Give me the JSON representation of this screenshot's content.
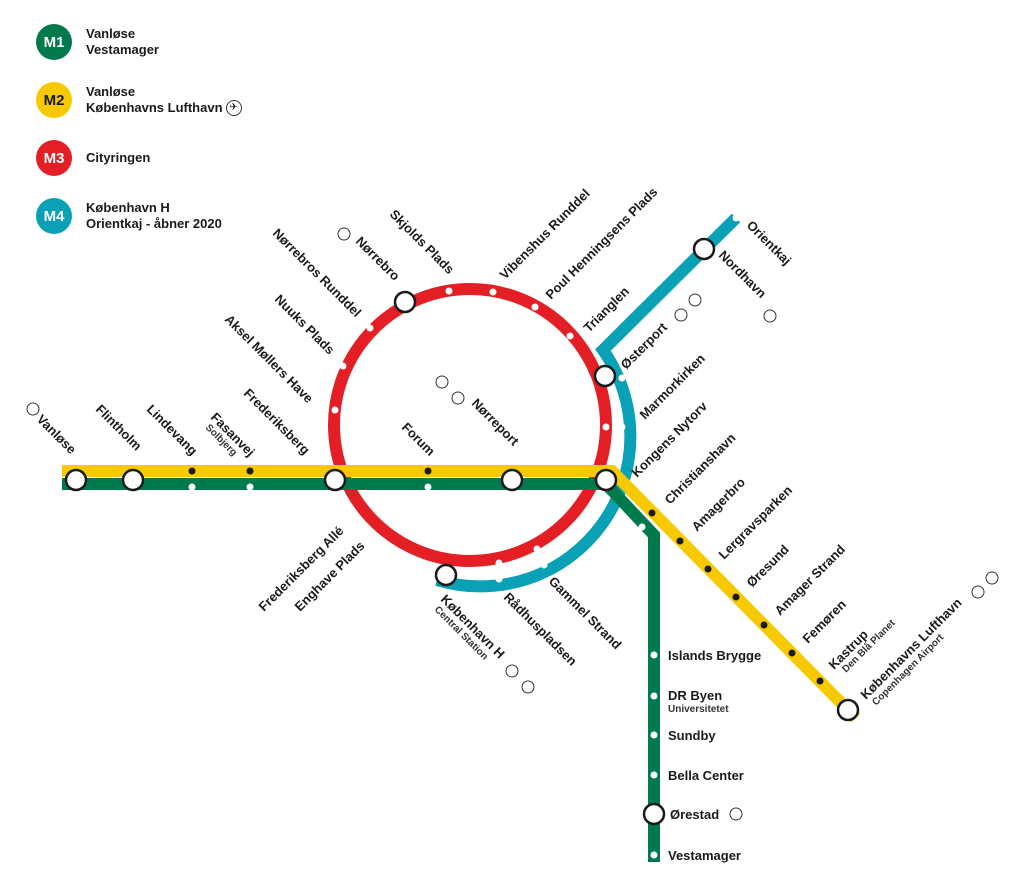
{
  "legend": {
    "lines": [
      {
        "badge": "M1",
        "color": "#007a4d",
        "text_color": "#ffffff",
        "line1": "Vanløse",
        "line2": "Vestamager"
      },
      {
        "badge": "M2",
        "color": "#f7c900",
        "text_color": "#1a1a1a",
        "line1": "Vanløse",
        "line2": "Københavns Lufthavn"
      },
      {
        "badge": "M3",
        "color": "#e31e24",
        "text_color": "#ffffff",
        "line1": "Cityringen",
        "line2": ""
      },
      {
        "badge": "M4",
        "color": "#0aa1b7",
        "text_color": "#ffffff",
        "line1": "København H",
        "line2": "Orientkaj - åbner 2020"
      }
    ]
  },
  "icons": {
    "train": "train-icon",
    "airport": "airplane-icon",
    "bus": "bus-icon"
  },
  "stations": {
    "vanlose": "Vanløse",
    "flintholm": "Flintholm",
    "lindevang": "Lindevang",
    "fasanvej": "Fasanvej",
    "fasanvej_sub": "Solbjerg",
    "frederiksberg": "Frederiksberg",
    "forum": "Forum",
    "norreport": "Nørreport",
    "kongens_nytorv": "Kongens Nytorv",
    "christianshavn": "Christianshavn",
    "amagerbro": "Amagerbro",
    "lergravsparken": "Lergravsparken",
    "oresund": "Øresund",
    "amager_strand": "Amager Strand",
    "femoren": "Femøren",
    "kastrup": "Kastrup",
    "kastrup_sub": "Den Blå Planet",
    "lufthavn": "Københavns Lufthavn",
    "lufthavn_sub": "Copenhagen Airport",
    "islands_brygge": "Islands Brygge",
    "dr_byen": "DR Byen",
    "dr_byen_sub": "Universitetet",
    "sundby": "Sundby",
    "bella_center": "Bella Center",
    "orestad": "Ørestad",
    "vestamager": "Vestamager",
    "aksel": "Aksel Møllers Have",
    "nuuks": "Nuuks Plads",
    "norrebros_runddel": "Nørrebros Runddel",
    "norrebro": "Nørrebro",
    "skjolds": "Skjolds Plads",
    "vibenshus": "Vibenshus Runddel",
    "poul": "Poul Henningsens Plads",
    "trianglen": "Trianglen",
    "osterport": "Østerport",
    "marmorkirken": "Marmorkirken",
    "nordhavn": "Nordhavn",
    "orientkaj": "Orientkaj",
    "frederiksberg_alle": "Frederiksberg Allé",
    "enghave": "Enghave Plads",
    "kobenhavn_h": "København H",
    "kobenhavn_h_sub": "Central Station",
    "radhuspladsen": "Rådhuspladsen",
    "gammel_strand": "Gammel Strand"
  }
}
